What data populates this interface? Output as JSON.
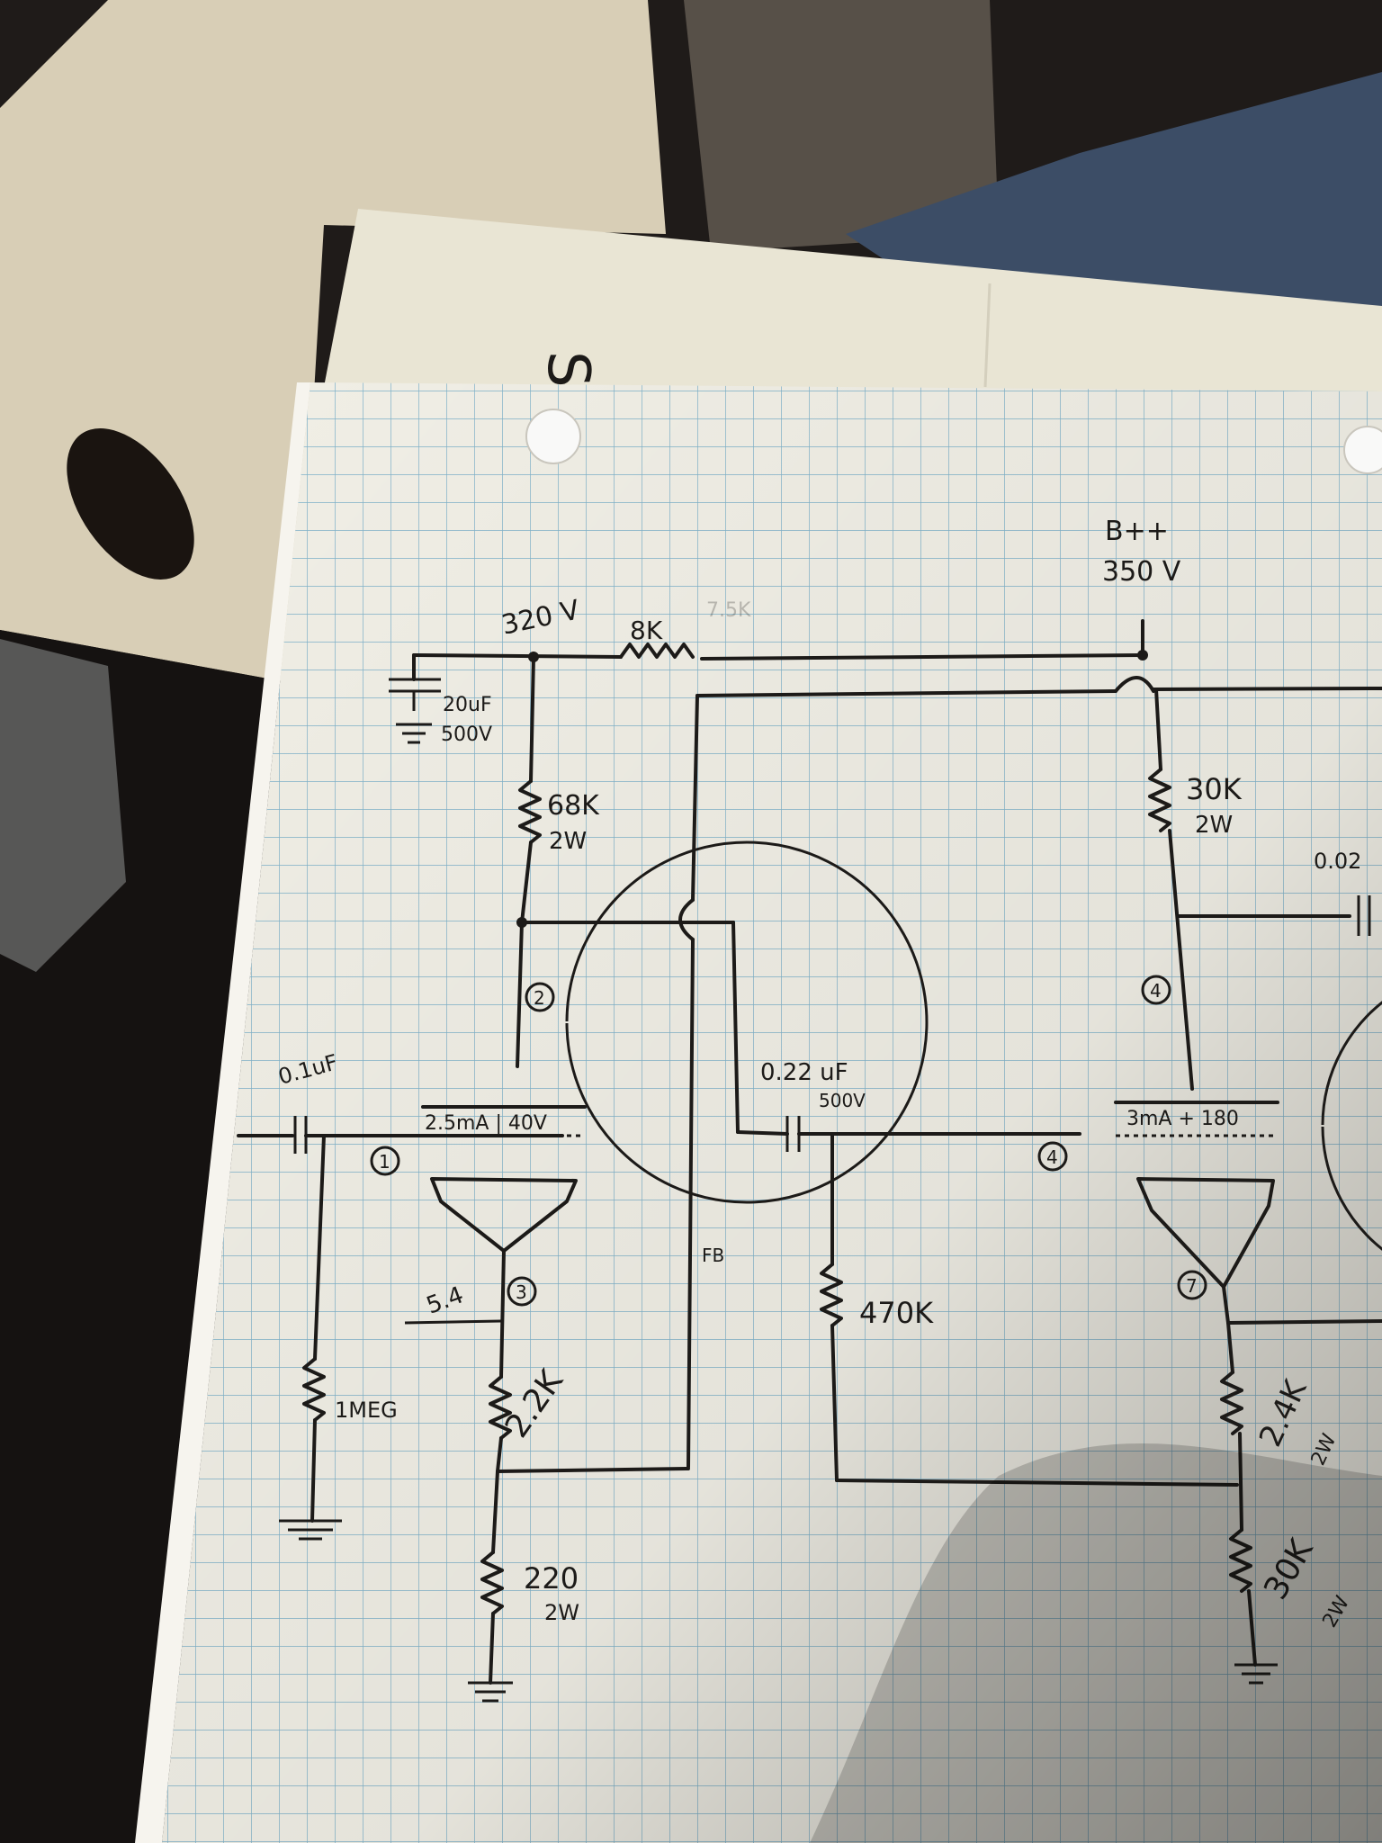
{
  "colors": {
    "grid_line": "#7fb2c9",
    "paper": "#f1efe6",
    "ink": "#1c1a18",
    "folder": "#e9e5d4"
  },
  "folder_mark": "S",
  "labels": {
    "b_plus": "B++",
    "b_plus_voltage": "350 V",
    "node_voltage": "320 V",
    "series_resistor": "8K",
    "faint_resistor": "7.5K",
    "filter_cap_value": "20uF",
    "filter_cap_voltage": "500V",
    "plate_resistor_1": "68K",
    "plate_resistor_1_watt": "2W",
    "plate_resistor_2": "30K",
    "plate_resistor_2_watt": "2W",
    "output_cap": "0.02",
    "input_cap": "0.1uF",
    "coupling_cap_value": "0.22 uF",
    "coupling_cap_voltage": "500V",
    "tube1_operating": "2.5mA | 40V",
    "tube2_operating": "3mA + 180",
    "grid_resistor": "1MEG",
    "bias_resistor_1": "2.2K",
    "cathode_resistor_1": "220",
    "cathode_resistor_1_watt": "2W",
    "grid_resistor_2": "470K",
    "cathode_resistor_2": "2.4K",
    "cathode_resistor_2_watt": "2W",
    "tail_resistor": "30K",
    "tail_resistor_watt": "2W",
    "feedback": "FB",
    "cathode_voltage": "5.4",
    "pins": [
      "1",
      "2",
      "3",
      "4",
      "4",
      "7"
    ]
  }
}
